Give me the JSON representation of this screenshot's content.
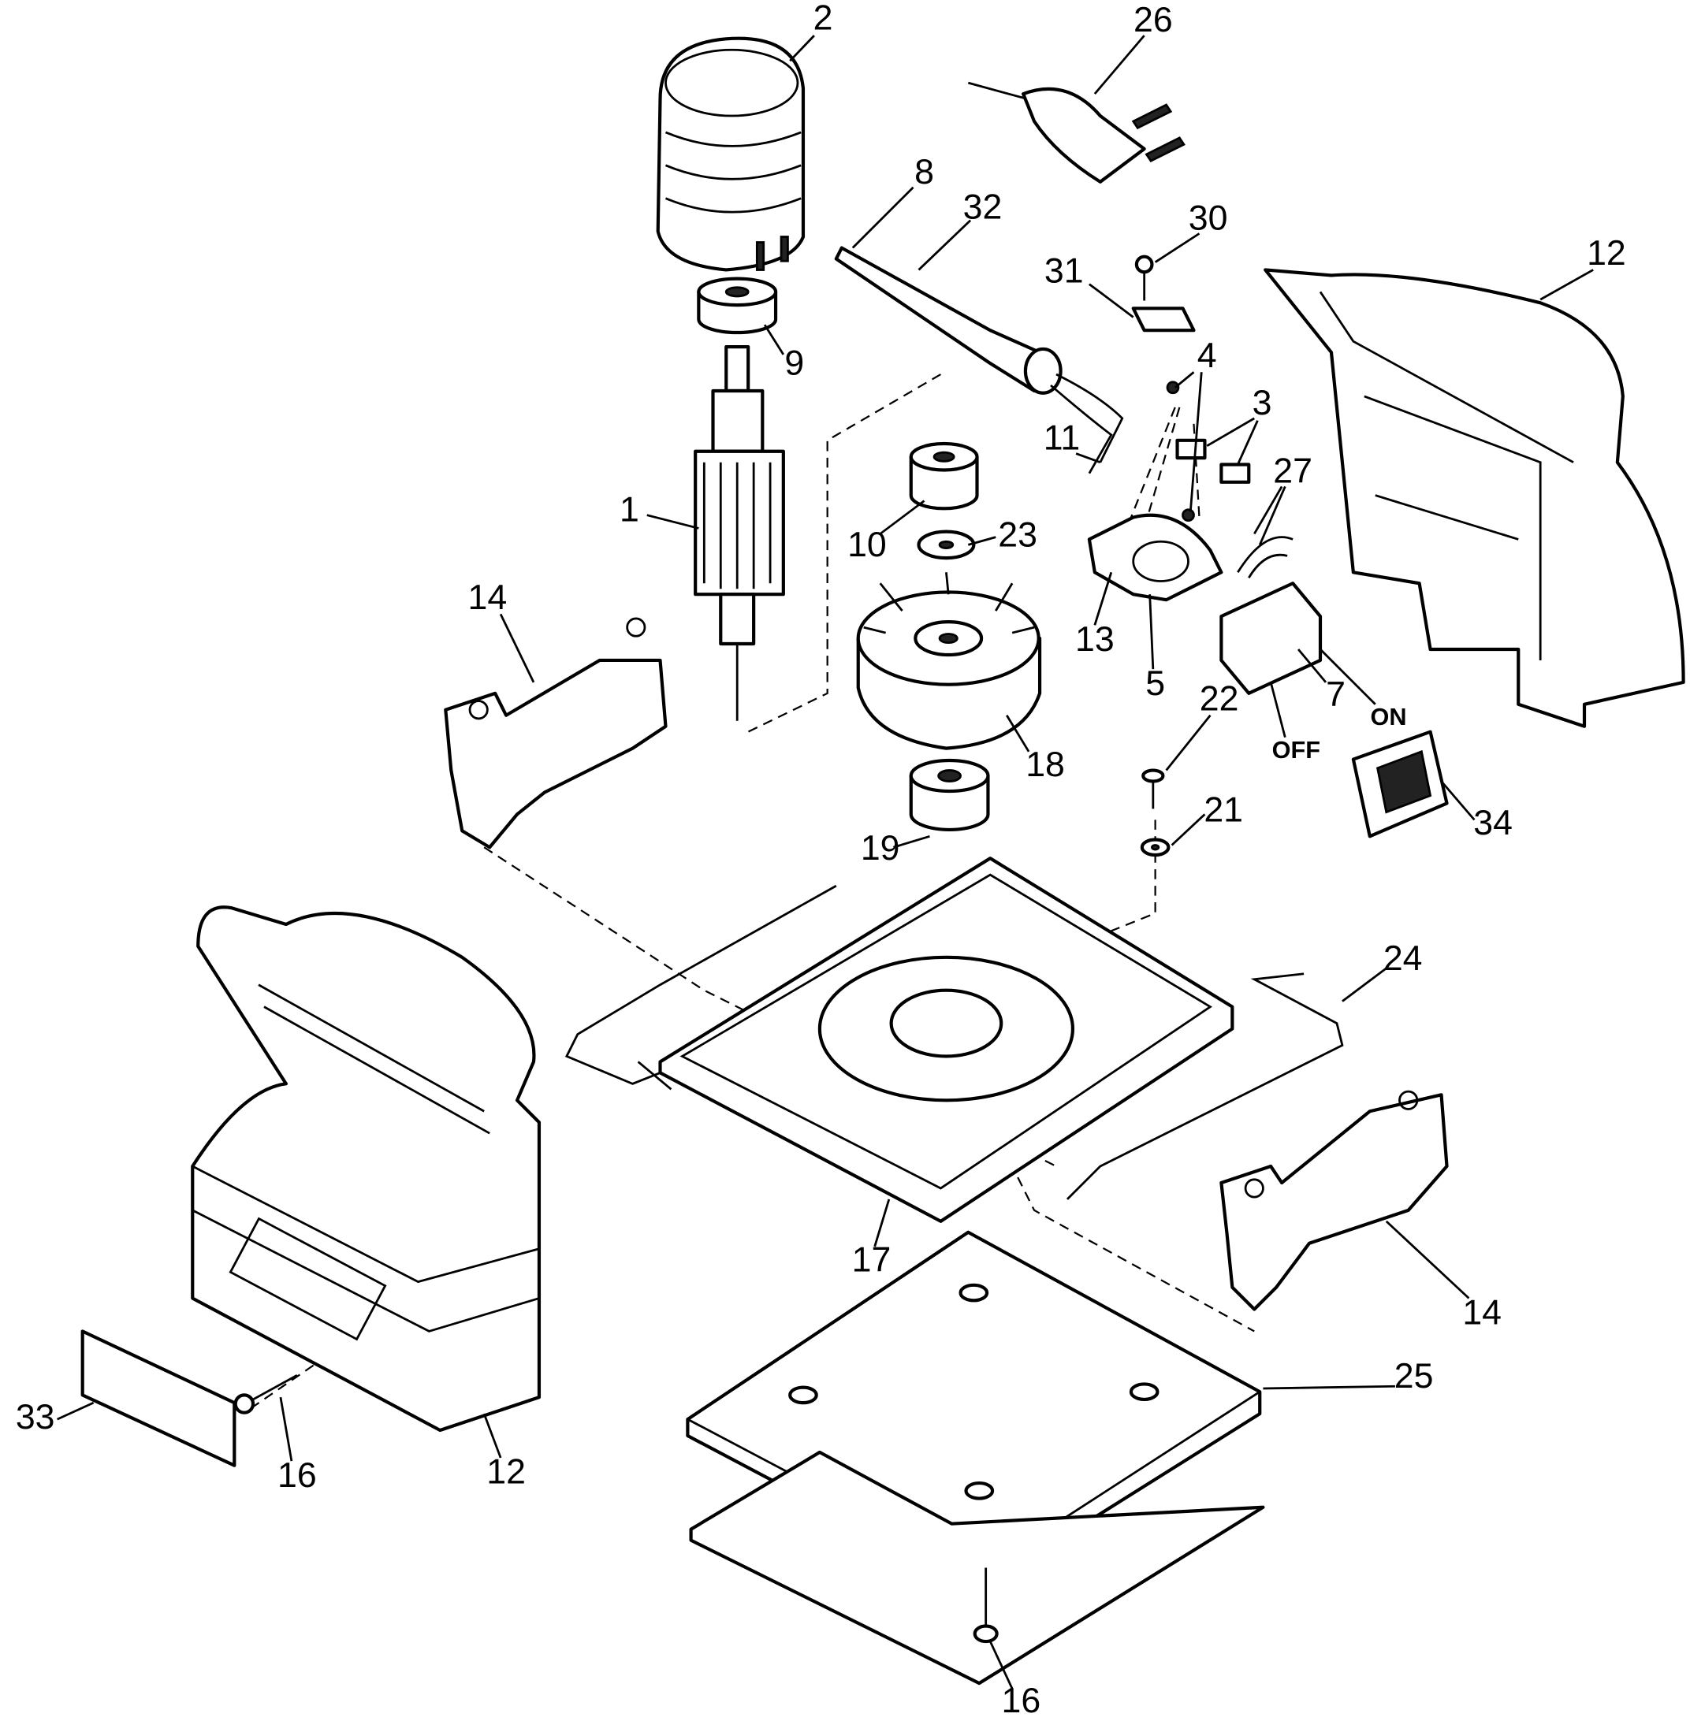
{
  "labels": [
    "2",
    "26",
    "8",
    "32",
    "30",
    "31",
    "12",
    "9",
    "4",
    "3",
    "11",
    "27",
    "1",
    "10",
    "23",
    "14",
    "13",
    "5",
    "7",
    "ON",
    "22",
    "OFF",
    "18",
    "21",
    "34",
    "19",
    "24",
    "17",
    "14",
    "25",
    "33",
    "16",
    "12",
    "16"
  ]
}
